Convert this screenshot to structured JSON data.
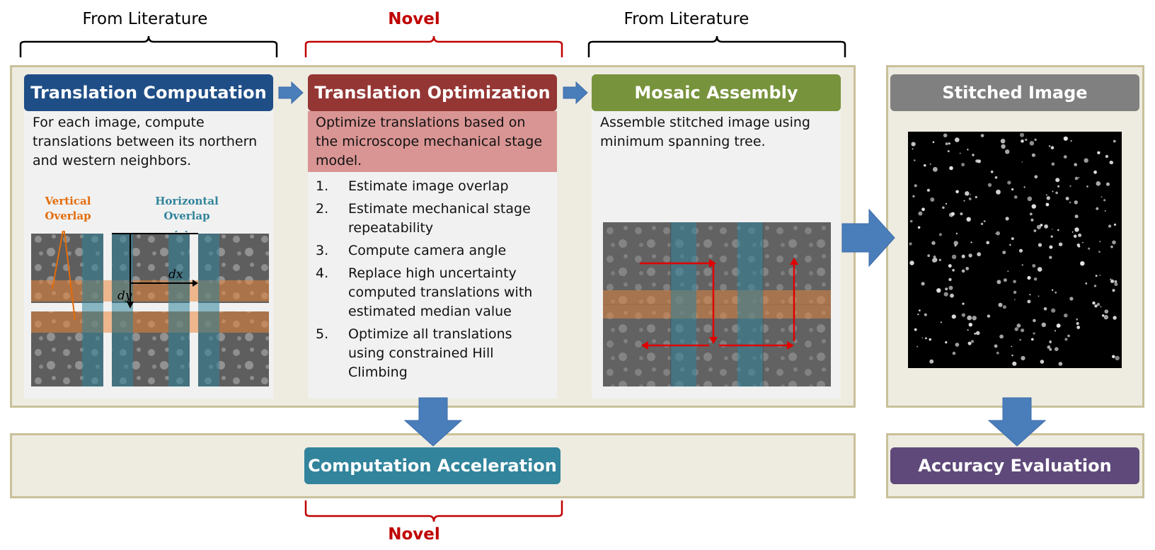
{
  "top_labels": {
    "literature_1": "From Literature",
    "novel_top": "Novel",
    "literature_2": "From Literature"
  },
  "bottom_label": "Novel",
  "translation_computation": {
    "title": "Translation Computation",
    "description": "For each image, compute translations between its northern and western neighbors.",
    "vertical_overlap": "Vertical Overlap",
    "horizontal_overlap": "Horizontal Overlap",
    "dx": "dx",
    "dy": "dy"
  },
  "translation_optimization": {
    "title": "Translation Optimization",
    "description": "Optimize translations based on the microscope mechanical stage model.",
    "steps": [
      {
        "num": "1.",
        "text": "Estimate image overlap"
      },
      {
        "num": "2.",
        "text": "Estimate mechanical stage repeatability"
      },
      {
        "num": "3.",
        "text": "Compute camera angle"
      },
      {
        "num": "4.",
        "text": "Replace high uncertainty computed translations with estimated median value"
      },
      {
        "num": "5.",
        "text": "Optimize all translations using constrained Hill Climbing"
      }
    ]
  },
  "mosaic_assembly": {
    "title": "Mosaic Assembly",
    "description": "Assemble stitched image using minimum spanning tree."
  },
  "stitched_image": {
    "title": "Stitched Image"
  },
  "computation_acceleration": {
    "title": "Computation Acceleration"
  },
  "accuracy_evaluation": {
    "title": "Accuracy Evaluation"
  },
  "colors": {
    "translation_computation": "#1f4e86",
    "translation_optimization": "#943634",
    "mosaic_assembly": "#77933c",
    "stitched_image": "#808080",
    "computation_acceleration": "#31849b",
    "accuracy_evaluation": "#5f497a",
    "novel": "#c00000",
    "arrow": "#4a7ebb",
    "optimization_highlight": "#d99594"
  }
}
